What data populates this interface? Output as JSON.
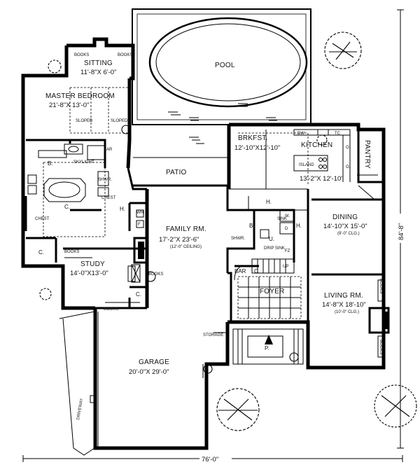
{
  "rooms": {
    "pool": {
      "name": "POOL"
    },
    "sitting": {
      "name": "SITTING",
      "size": "11'-8\"X 6'-0\""
    },
    "master_bedroom": {
      "name": "MASTER BEDROOM",
      "size": "21'-8\"X 13'-0\""
    },
    "brkfst": {
      "name": "BRKFST.",
      "size": "12'-10\"X12'-10\""
    },
    "kitchen": {
      "name": "KITCHEN",
      "size": "13'-2\"X 12'-10\""
    },
    "pantry": {
      "name": "PANTRY"
    },
    "patio": {
      "name": "PATIO"
    },
    "dining": {
      "name": "DINING",
      "size": "14'-10\"X 15'-0\"",
      "note": "(9'-0\" CLG.)"
    },
    "family": {
      "name": "FAMILY RM.",
      "size": "17'-2\"X 23'-6\"",
      "note": "(12'-0\" CEILING)"
    },
    "study": {
      "name": "STUDY",
      "size": "14'-0\"X13'-0\""
    },
    "living": {
      "name": "LIVING RM.",
      "size": "14'-8\"X 18'-10\"",
      "note": "(10'-0\" CLG.)"
    },
    "foyer": {
      "name": "FOYER"
    },
    "garage": {
      "name": "GARAGE",
      "size": "20'-0\"X 29'-0\""
    }
  },
  "small_labels": {
    "books": "BOOKS",
    "sloped": "SLOPED",
    "skylight": "SKYLIGHT",
    "bar": "BAR",
    "shwr": "SHWR.",
    "chest": "CHEST",
    "bath": "B.",
    "closet": "C.",
    "hall": "H.",
    "wh": "WH",
    "fridge": "F",
    "island": "ISLAND",
    "sink": "SINK",
    "drip_sink": "DRIP\nSINK",
    "utility": "U.",
    "up": "UP",
    "storage": "STORAGE",
    "porch": "P.",
    "driveway": "DRIVEWAY",
    "dw": "DW",
    "tc": "TC",
    "o": "O.",
    "w": "W.",
    "d": "D",
    "fz": "FZ"
  },
  "dimensions": {
    "width": "76'-0\"",
    "depth": "84'-8\""
  }
}
